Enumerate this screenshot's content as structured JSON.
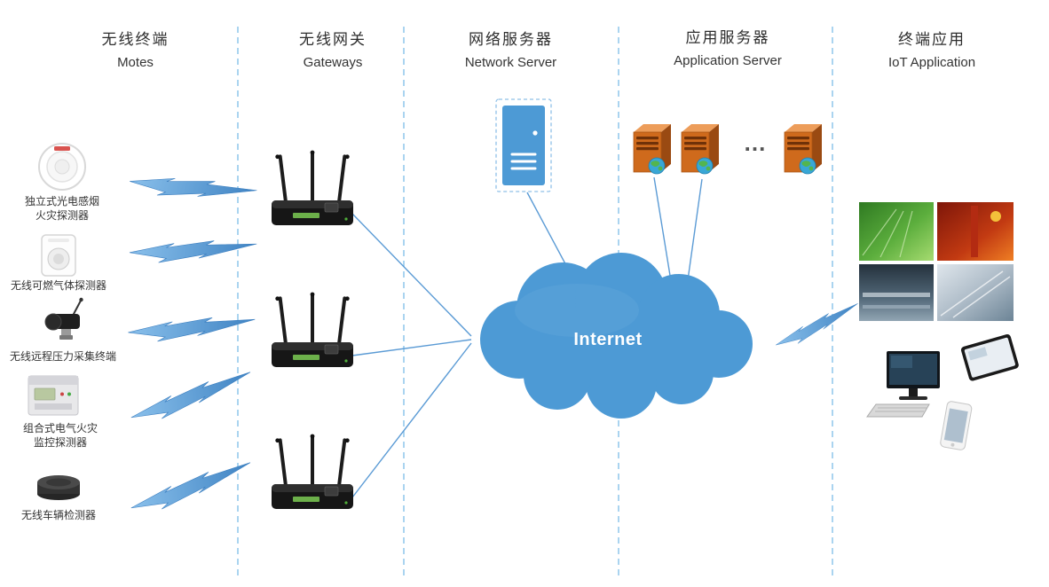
{
  "columns": [
    {
      "title_zh": "无线终端",
      "title_en": "Motes"
    },
    {
      "title_zh": "无线网关",
      "title_en": "Gateways"
    },
    {
      "title_zh": "网络服务器",
      "title_en": "Network Server"
    },
    {
      "title_zh": "应用服务器",
      "title_en": "Application Server"
    },
    {
      "title_zh": "终端应用",
      "title_en": "IoT Application"
    }
  ],
  "motes": [
    {
      "line1": "独立式光电感烟",
      "line2": "火灾探测器"
    },
    {
      "line1": "无线可燃气体探测器",
      "line2": ""
    },
    {
      "line1": "无线远程压力采集终端",
      "line2": ""
    },
    {
      "line1": "组合式电气火灾",
      "line2": "监控探测器"
    },
    {
      "line1": "无线车辆检测器",
      "line2": ""
    }
  ],
  "cloud": {
    "label": "Internet"
  },
  "app_servers": {
    "ellipsis": "…"
  },
  "colors": {
    "accent_blue": "#5B9BD5",
    "cloud_blue": "#4D9AD5",
    "server_blue": "#4D9AD5",
    "tower_orange": "#CF6A1C",
    "divider_blue": "#85C1E9"
  }
}
